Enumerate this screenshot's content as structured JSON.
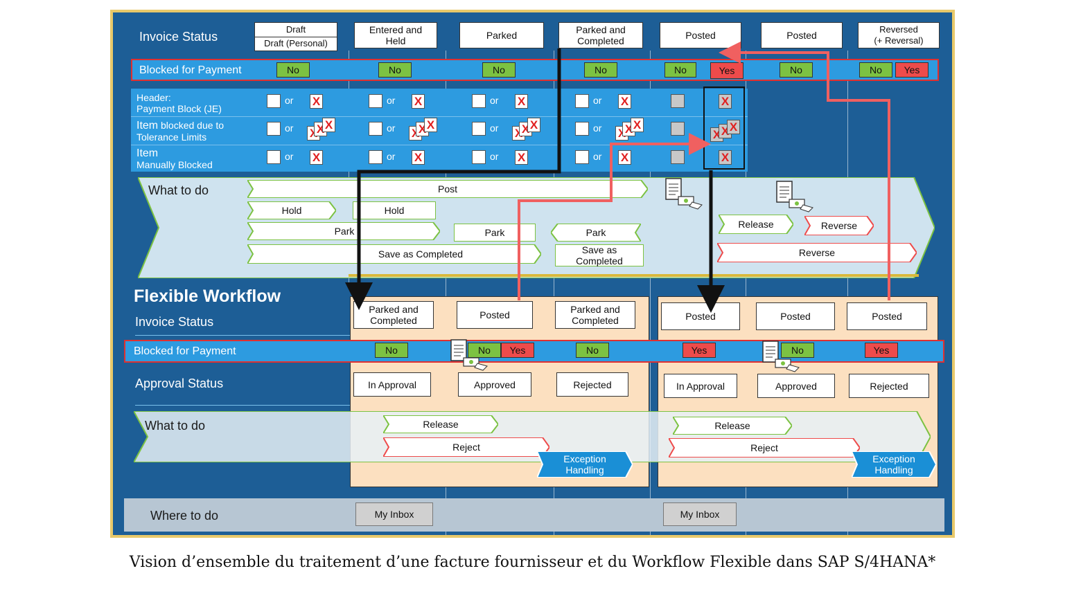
{
  "top": {
    "invoice_status_label": "Invoice Status",
    "statuses": [
      {
        "line1": "Draft",
        "line2": "Draft (Personal)"
      },
      {
        "label": "Entered and\nHeld"
      },
      {
        "label": "Parked"
      },
      {
        "label": "Parked and\nCompleted"
      },
      {
        "label": "Posted"
      },
      {
        "label": "Posted"
      },
      {
        "label": "Reversed\n(+ Reversal)"
      }
    ],
    "blocked_label": "Blocked for Payment",
    "blocked_values": [
      "No",
      "No",
      "No",
      "No",
      "No",
      "Yes",
      "No",
      "No",
      "Yes"
    ],
    "rows": {
      "header_line1": "Header:",
      "header_line2": "Payment Block (JE)",
      "item_tol_line1a": "Item",
      "item_tol_line1b": " blocked due to",
      "item_tol_line2": "Tolerance Limits",
      "item_man_line1": "Item",
      "item_man_line2": "Manually Blocked"
    },
    "or_text": "or",
    "x_mark": "X",
    "what_to_do_label": "What to do",
    "actions": {
      "post": "Post",
      "hold1": "Hold",
      "hold2": "Hold",
      "park1": "Park",
      "park2": "Park",
      "park3": "Park",
      "save_completed1": "Save as Completed",
      "save_completed2": "Save as\nCompleted",
      "release": "Release",
      "reverse1": "Reverse",
      "reverse2": "Reverse"
    }
  },
  "workflow": {
    "title": "Flexible Workflow",
    "invoice_status_label": "Invoice Status",
    "statuses": [
      "Parked and\nCompleted",
      "Posted",
      "Parked and\nCompleted",
      "Posted",
      "Posted",
      "Posted"
    ],
    "blocked_label": "Blocked for Payment",
    "blocked_values": [
      "No",
      "No",
      "Yes",
      "No",
      "Yes",
      "No",
      "Yes"
    ],
    "approval_label": "Approval Status",
    "approval_values": [
      "In Approval",
      "Approved",
      "Rejected",
      "In Approval",
      "Approved",
      "Rejected"
    ],
    "what_to_do_label": "What to do",
    "actions": {
      "release1": "Release",
      "reject1": "Reject",
      "exception1": "Exception\nHandling",
      "release2": "Release",
      "reject2": "Reject",
      "exception2": "Exception\nHandling"
    },
    "where_label": "Where to do",
    "inbox1": "My Inbox",
    "inbox2": "My Inbox"
  },
  "caption": "Vision d’ensemble du traitement d’une facture fournisseur et du Workflow Flexible dans SAP S/4HANA*",
  "colors": {
    "background": "#1d5e96",
    "band": "#2d9be0",
    "no": "#7cc242",
    "yes": "#ee4b4b",
    "frame": "#e8c96a",
    "workflow_panel": "#fce0c0"
  }
}
